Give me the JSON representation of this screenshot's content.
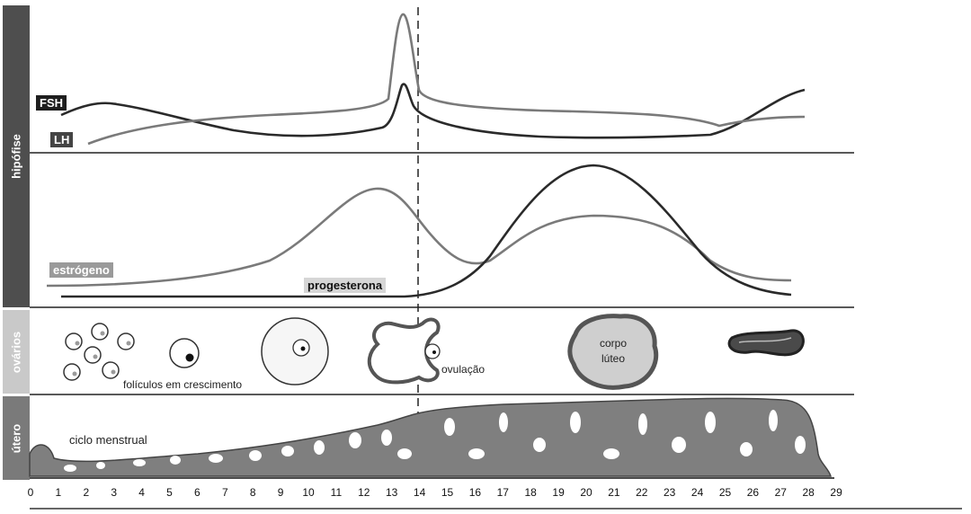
{
  "diagram": {
    "panels": {
      "hipofise": "hipófise",
      "ovarios": "ovários",
      "utero": "útero"
    },
    "hormones": {
      "fsh": "FSH",
      "lh": "LH",
      "estrogeno": "estrógeno",
      "progesterona": "progesterona"
    },
    "ovary": {
      "foliculos": "folículos em crescimento",
      "ovulacao": "ovulação",
      "corpo_luteo_line1": "corpo",
      "corpo_luteo_line2": "lúteo"
    },
    "uterus": {
      "ciclo": "ciclo menstrual"
    },
    "days": [
      "0",
      "1",
      "2",
      "3",
      "4",
      "5",
      "6",
      "7",
      "8",
      "9",
      "10",
      "11",
      "12",
      "13",
      "14",
      "15",
      "16",
      "17",
      "18",
      "19",
      "20",
      "21",
      "22",
      "23",
      "24",
      "25",
      "26",
      "27",
      "28",
      "29"
    ],
    "colors": {
      "dark_curve": "#2a2a2a",
      "light_curve": "#7a7a7a",
      "side_bar": "#555555",
      "tissue": "#7f7f7f"
    }
  }
}
